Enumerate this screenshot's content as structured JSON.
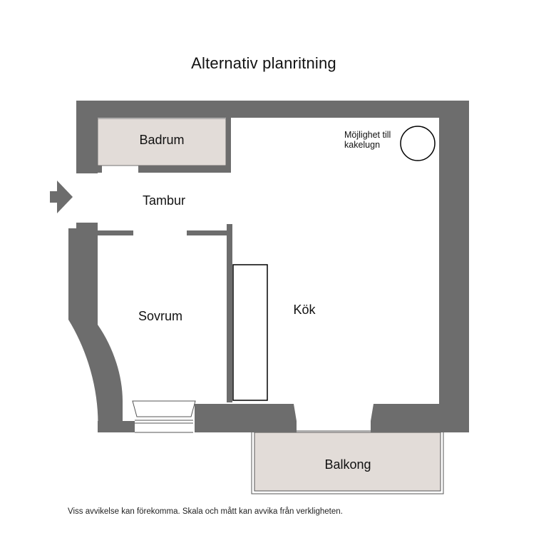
{
  "title": "Alternativ planritning",
  "rooms": {
    "badrum": "Badrum",
    "tambur": "Tambur",
    "sovrum": "Sovrum",
    "kok": "Kök",
    "balkong": "Balkong"
  },
  "annotation": {
    "line1": "Möjlighet till",
    "line2": "kakelugn"
  },
  "disclaimer": "Viss avvikelse kan förekomma. Skala och mått kan avvika från verkligheten.",
  "colors": {
    "wall": "#6d6d6d",
    "wet_room": "#e2dcd8",
    "background": "#ffffff",
    "outline": "#000000"
  }
}
